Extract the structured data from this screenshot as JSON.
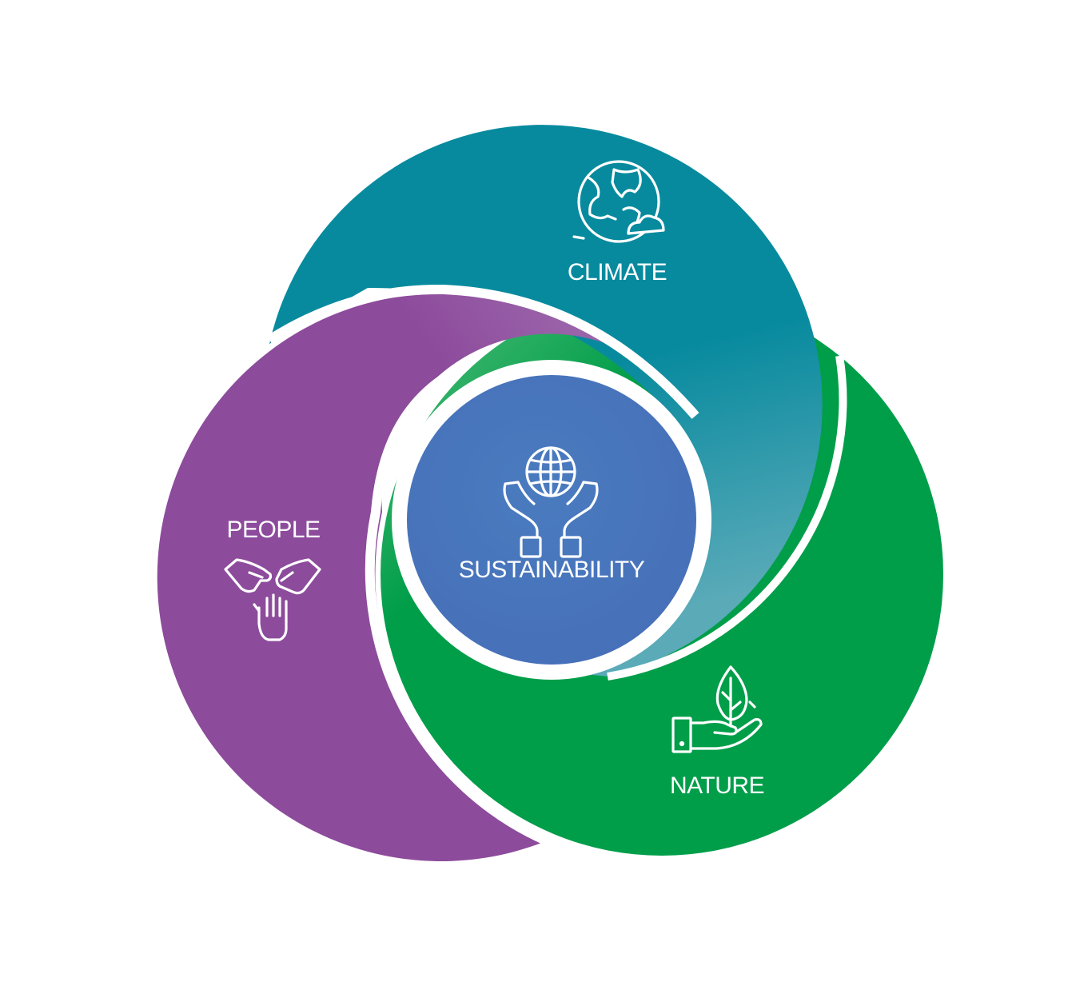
{
  "diagram": {
    "center": {
      "label": "SUSTAINABILITY",
      "icon": "globe-in-hands-icon",
      "color": "#4a7bbf"
    },
    "segments": [
      {
        "id": "climate",
        "label": "CLIMATE",
        "icon": "earth-cloud-icon",
        "color": "#078a9e",
        "color_light": "#5aaab8"
      },
      {
        "id": "people",
        "label": "PEOPLE",
        "icon": "three-hands-icon",
        "color": "#8d4b9c",
        "color_light": "#a679b6"
      },
      {
        "id": "nature",
        "label": "NATURE",
        "icon": "leaf-in-hand-icon",
        "color": "#019e4a",
        "color_light": "#58c07e"
      }
    ]
  }
}
